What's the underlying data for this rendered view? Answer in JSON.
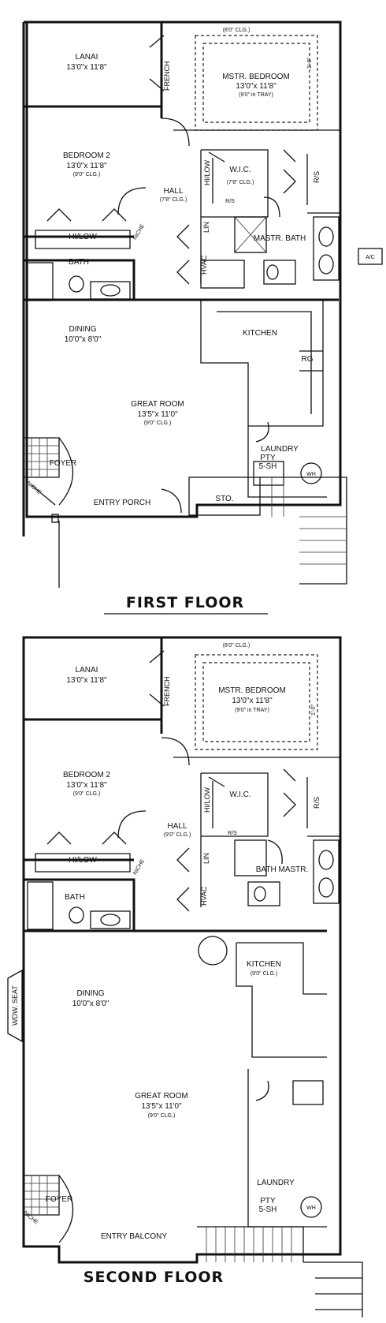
{
  "floors": [
    {
      "title": "FIRST FLOOR",
      "rooms": {
        "ceiling_top": "(8'0\" CLG.)",
        "lanai": {
          "name": "LANAI",
          "dim": "13'0\"x 11'8\""
        },
        "french": "FRENCH",
        "master": {
          "name": "MSTR. BEDROOM",
          "dim": "13'0\"x 11'8\"",
          "clg": "(9'0\" in TRAY)"
        },
        "offset": "1'-0\"",
        "bedroom2": {
          "name": "BEDROOM 2",
          "dim": "13'0\"x 11'8\"",
          "clg": "(9'0\" CLG.)"
        },
        "wic": {
          "name": "W.I.C.",
          "clg": "(7'8\" CLG.)"
        },
        "hilow_v": "HI/LOW",
        "rs_left": "R/S",
        "rs_right": "R/S",
        "hall": {
          "name": "HALL",
          "clg": "(7'8\" CLG.)"
        },
        "lin": "LIN",
        "hvac": "HVAC",
        "mastr_bath": "MASTR. BATH",
        "ac": "A/C",
        "hilow_h": "HI/LOW",
        "niche_hall": "NICHE",
        "bath": "BATH",
        "kitchen": {
          "name": "KITCHEN"
        },
        "rg": "RG",
        "dining": {
          "name": "DINING",
          "dim": "10'0\"x 8'0\""
        },
        "great_room": {
          "name": "GREAT ROOM",
          "dim": "13'5\"x 11'0\"",
          "clg": "(9'0\" CLG.)"
        },
        "laundry": "LAUNDRY",
        "pty": "PTY",
        "sh": "5-SH",
        "wh": "WH",
        "foyer": "FOYER",
        "niche_foyer": "NICHE",
        "entry": "ENTRY PORCH",
        "sto": "STO."
      }
    },
    {
      "title": "SECOND FLOOR",
      "rooms": {
        "ceiling_top": "(8'0\" CLG.)",
        "lanai": {
          "name": "LANAI",
          "dim": "13'0\"x 11'8\""
        },
        "french": "FRENCH",
        "master": {
          "name": "MSTR. BEDROOM",
          "dim": "13'0\"x 11'8\"",
          "clg": "(9'0\" in TRAY)"
        },
        "offset": "1'-0\"",
        "bedroom2": {
          "name": "BEDROOM 2",
          "dim": "13'0\"x 11'8\"",
          "clg": "(9'0\" CLG.)"
        },
        "wic": {
          "name": "W.I.C."
        },
        "hilow_v": "HI/LOW",
        "rs_left": "R/S",
        "rs_right": "R/S",
        "hall": {
          "name": "HALL",
          "clg": "(9'0\" CLG.)"
        },
        "lin": "LIN",
        "hvac": "HVAC",
        "mastr_bath": "BATH MASTR.",
        "hilow_h": "HI/LOW",
        "niche_hall": "NICHE",
        "bath": "BATH",
        "kitchen": {
          "name": "KITCHEN",
          "clg": "(9'0\" CLG.)"
        },
        "window_seat": "WDW. SEAT",
        "dining": {
          "name": "DINING",
          "dim": "10'0\"x 8'0\""
        },
        "great_room": {
          "name": "GREAT ROOM",
          "dim": "13'5\"x 11'0\"",
          "clg": "(9'0\" CLG.)"
        },
        "laundry": "LAUNDRY",
        "pty": "PTY",
        "sh": "5-SH",
        "wh": "WH",
        "foyer": "FOYER",
        "niche_foyer": "NICHE",
        "entry": "ENTRY BALCONY"
      }
    }
  ]
}
